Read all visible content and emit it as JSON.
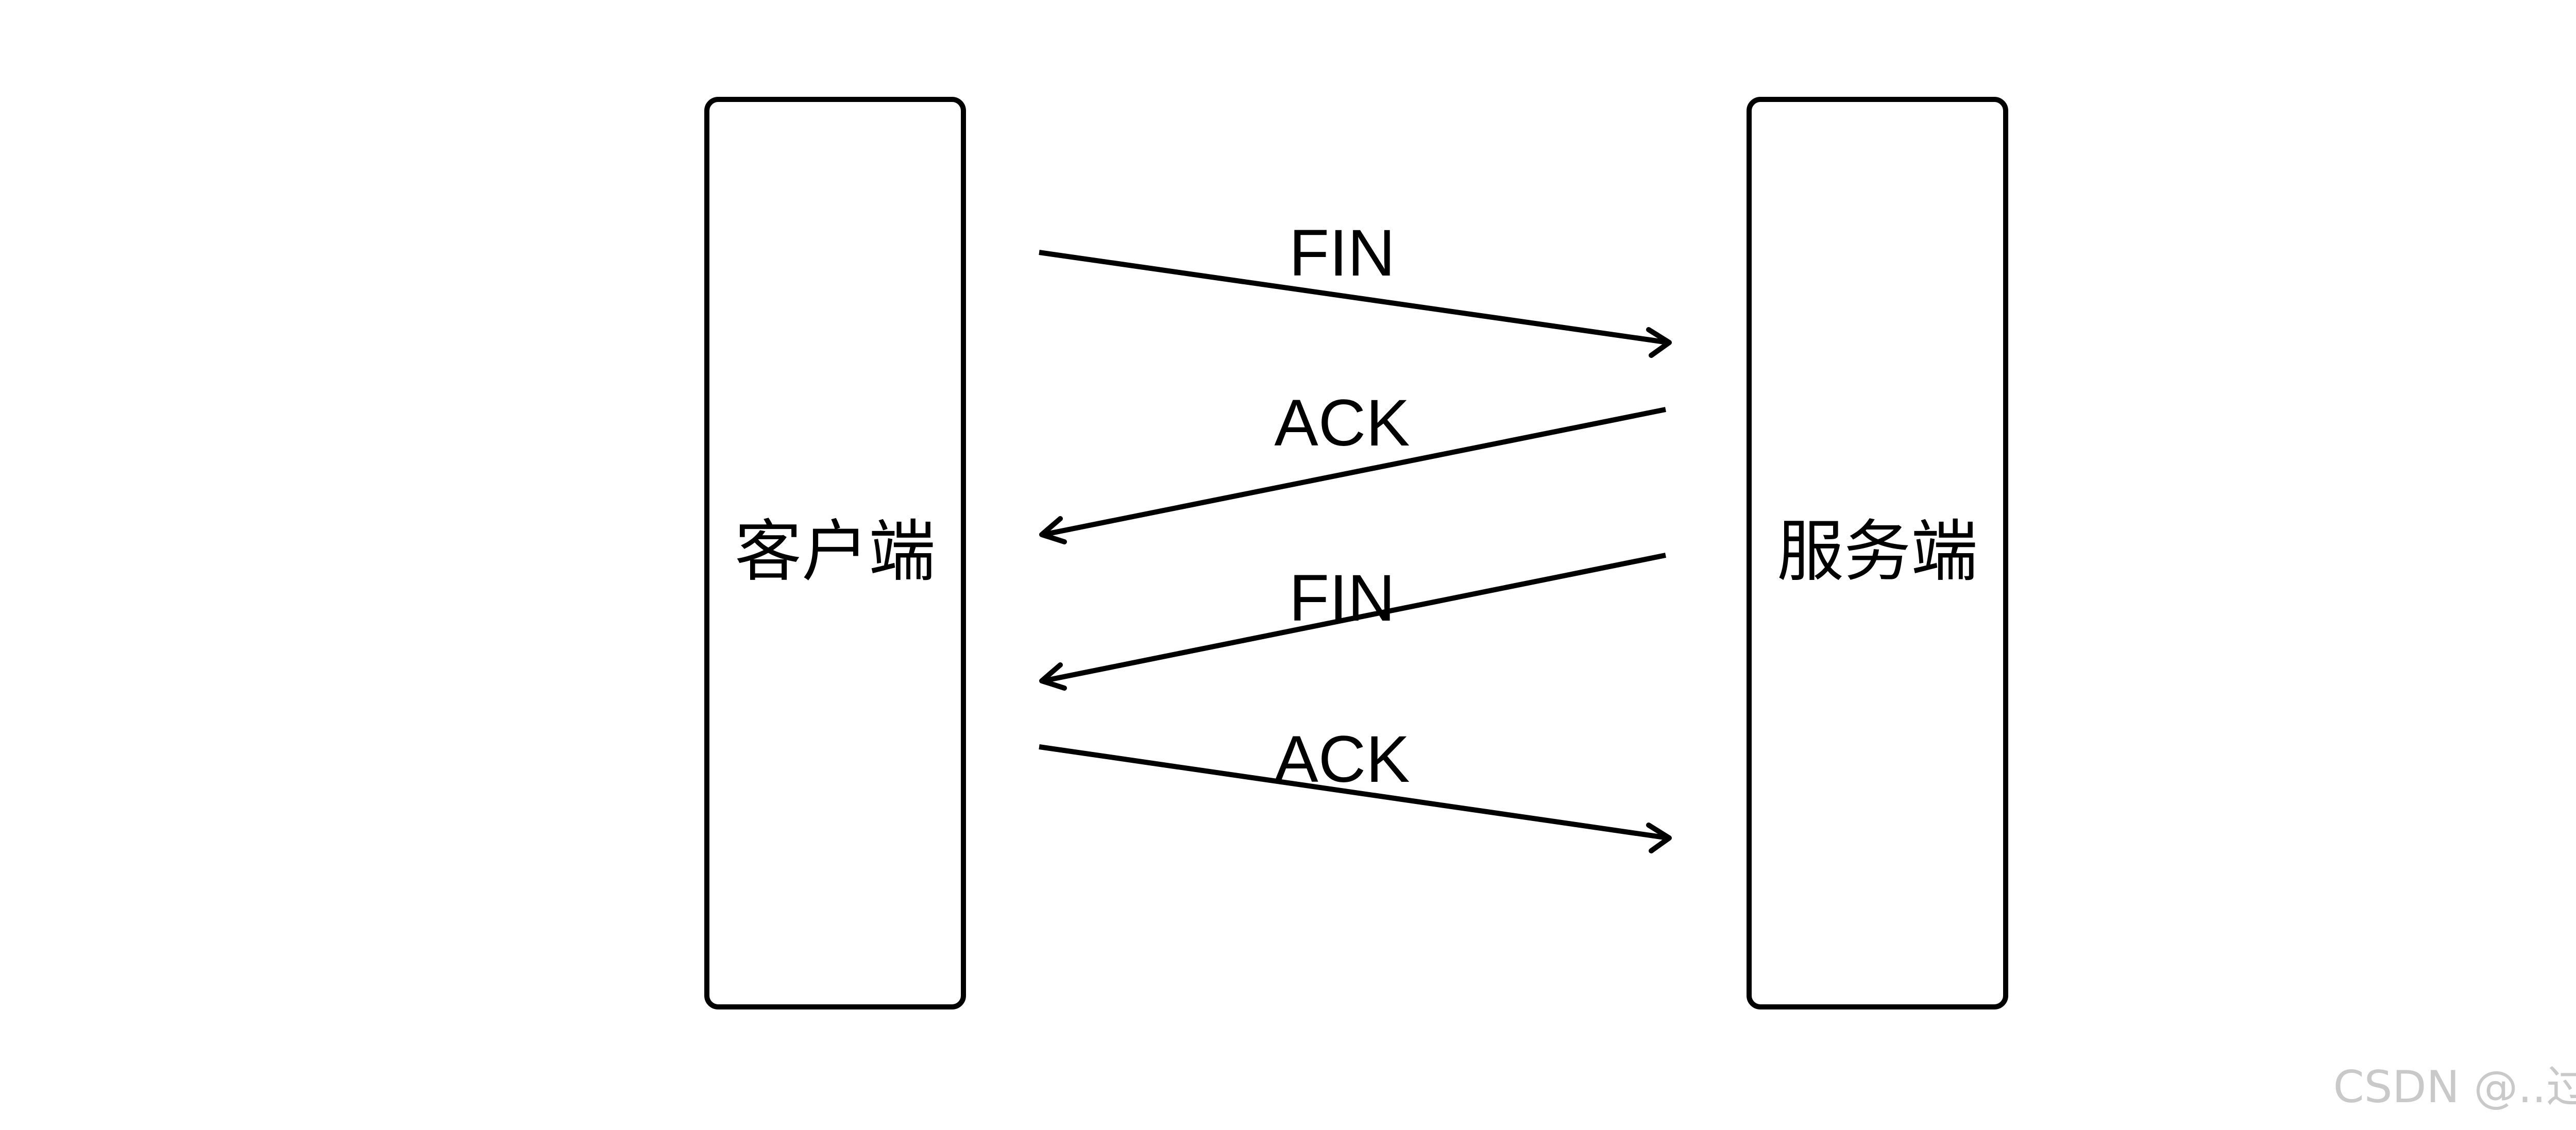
{
  "nodes": {
    "client": {
      "label": "客户端"
    },
    "server": {
      "label": "服务端"
    }
  },
  "messages": [
    {
      "label": "FIN",
      "from": "client",
      "to": "server"
    },
    {
      "label": "ACK",
      "from": "server",
      "to": "client"
    },
    {
      "label": "FIN",
      "from": "server",
      "to": "client"
    },
    {
      "label": "ACK",
      "from": "client",
      "to": "server"
    }
  ],
  "watermark": "CSDN @..过云雨",
  "colors": {
    "stroke": "#000000",
    "background": "#ffffff",
    "watermark": "#c9c9c9"
  }
}
